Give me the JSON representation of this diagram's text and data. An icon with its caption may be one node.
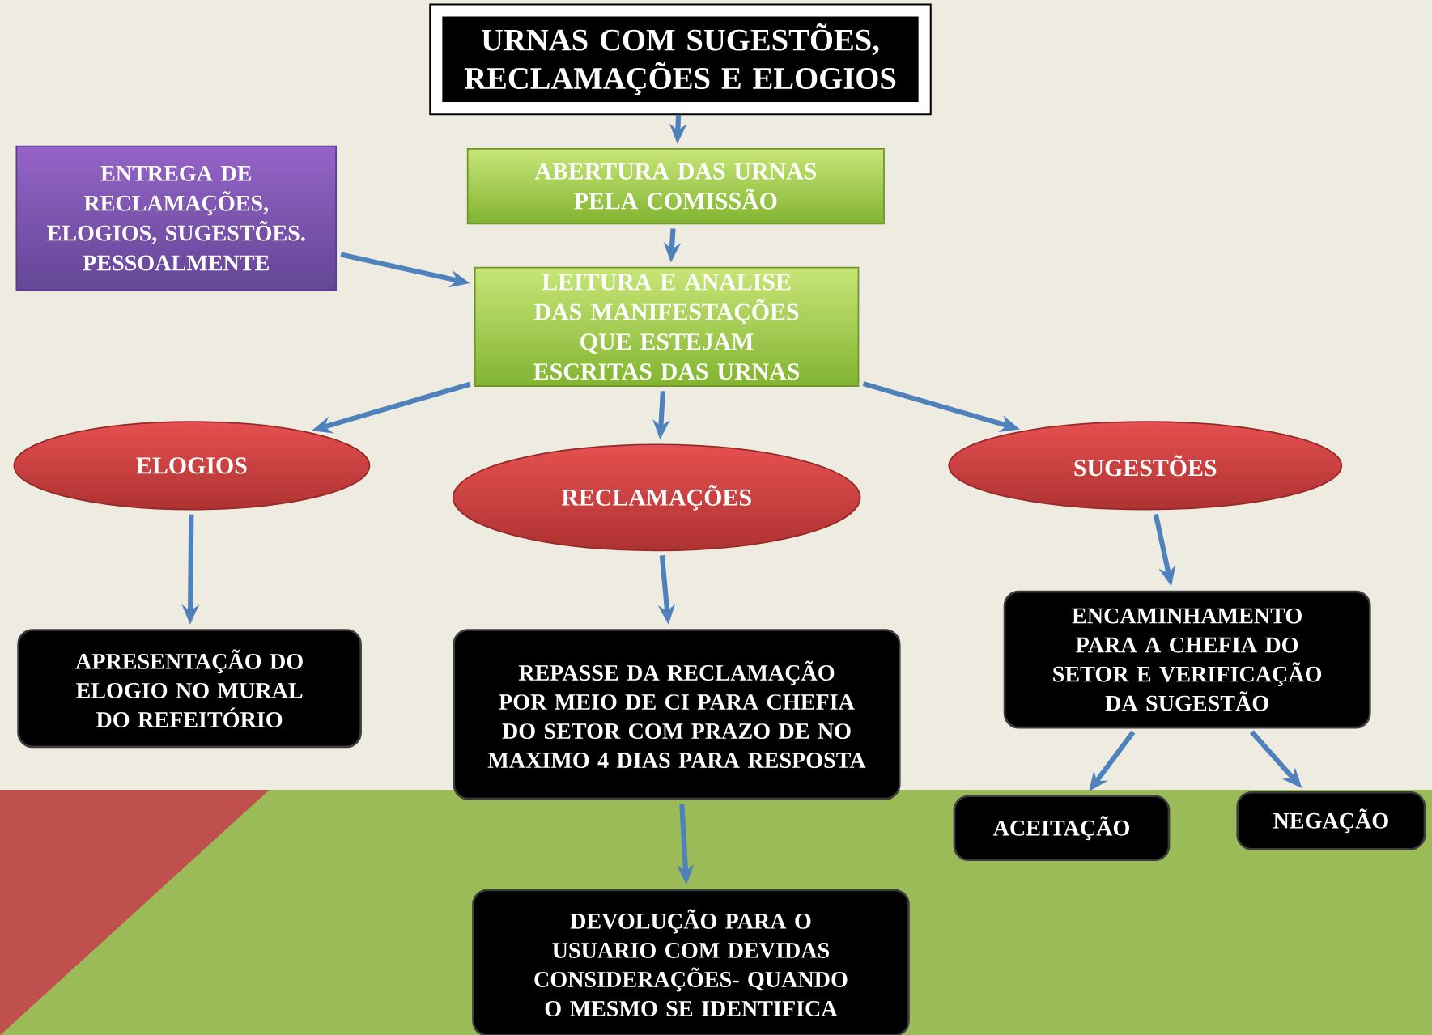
{
  "diagram": {
    "nodes": [
      {
        "text": [
          "URNAS COM SUGESTÕES, RECLAMAÇÕES E ELOGIOS"
        ]
      },
      {
        "text": [
          "ABERTURA DAS URNAS PELA COMISSÃO"
        ]
      },
      {
        "text": [
          "ENTREGA DE RECLAMAÇÕES, ELOGIOS, SUGESTÕES. PESSOALMENTE"
        ]
      },
      {
        "text": [
          "LEITURA E ANALISE DAS MANIFESTAÇÕES QUE ESTEJAM ESCRITAS DAS URNAS"
        ]
      },
      {
        "text": [
          "ELOGIOS"
        ]
      },
      {
        "text": [
          "RECLAMAÇÕES"
        ]
      },
      {
        "text": [
          "SUGESTÕES"
        ]
      },
      {
        "text": [
          "APRESENTAÇÃO DO ELOGIO NO MURAL DO REFEITÓRIO"
        ]
      },
      {
        "text": [
          "REPASSE DA RECLAMAÇÃO POR MEIO DE CI PARA CHEFIA DO SETOR COM PRAZO DE NO MAXIMO 4 DIAS PARA RESPOSTA"
        ]
      },
      {
        "text": [
          "ENCAMINHAMENTO PARA A CHEFIA DO SETOR E VERIFICAÇÃO DA SUGESTÃO"
        ]
      },
      {
        "text": [
          "ACEITAÇÃO"
        ]
      },
      {
        "text": [
          "NEGAÇÃO"
        ]
      },
      {
        "text": [
          "DEVOLUÇÃO PARA O USUARIO COM DEVIDAS CONSIDERAÇÕES- QUANDO O MESMO SE IDENTIFICA"
        ]
      }
    ],
    "edges": [
      {
        "from": 0,
        "to": 1,
        "arrow": "to"
      },
      {
        "from": 1,
        "to": 3,
        "arrow": "to"
      },
      {
        "from": 2,
        "to": 3,
        "arrow": "to"
      },
      {
        "from": 3,
        "to": 4,
        "arrow": "to"
      },
      {
        "from": 3,
        "to": 5,
        "arrow": "to"
      },
      {
        "from": 3,
        "to": 6,
        "arrow": "to"
      },
      {
        "from": 4,
        "to": 7,
        "arrow": "to"
      },
      {
        "from": 5,
        "to": 8,
        "arrow": "to"
      },
      {
        "from": 6,
        "to": 9,
        "arrow": "to"
      },
      {
        "from": 9,
        "to": 10,
        "arrow": "to"
      },
      {
        "from": 9,
        "to": 11,
        "arrow": "to"
      },
      {
        "from": 8,
        "to": 12,
        "arrow": "to"
      }
    ]
  }
}
